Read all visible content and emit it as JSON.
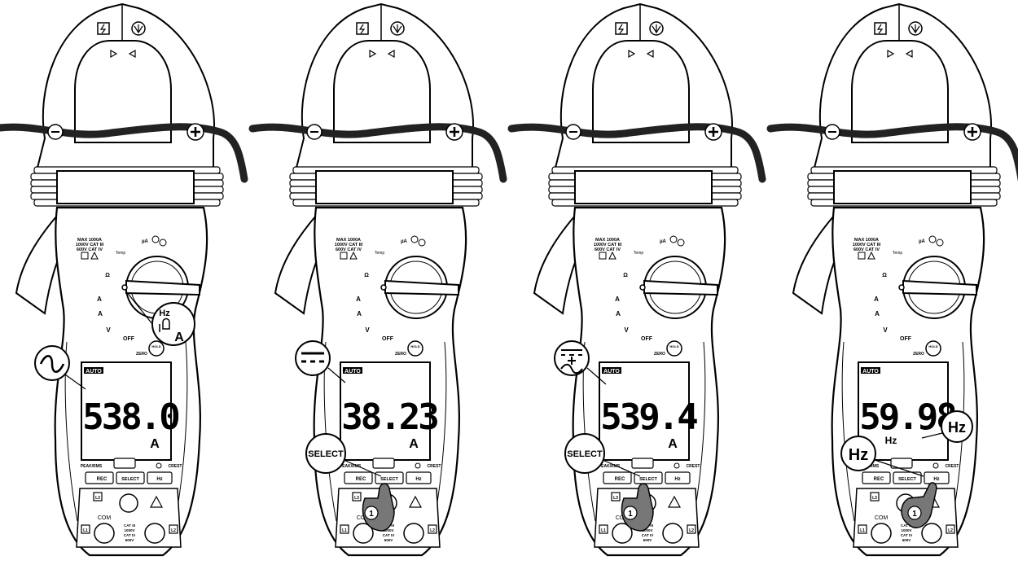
{
  "meters": [
    {
      "mode_symbol": "~",
      "lcd": {
        "badge": "AUTO",
        "value": "538.0",
        "unit": "A"
      },
      "callouts": [
        "Hz",
        "A"
      ],
      "keys": {
        "peak": "PEAK/RMS",
        "rec": "REC",
        "select": "SELECT",
        "hz": "Hz",
        "crest": "CREST"
      }
    },
    {
      "mode_symbol": "DC",
      "lcd": {
        "badge": "AUTO",
        "value": "38.23",
        "unit": "A"
      },
      "callouts": [
        "SELECT",
        "1"
      ],
      "keys": {
        "peak": "PEAK/RMS",
        "rec": "REC",
        "select": "SELECT",
        "hz": "Hz",
        "crest": "CREST"
      }
    },
    {
      "mode_symbol": "AC+DC",
      "lcd": {
        "badge": "AUTO",
        "value": "539.4",
        "unit": "A"
      },
      "callouts": [
        "SELECT",
        "1"
      ],
      "keys": {
        "peak": "PEAK/RMS",
        "rec": "REC",
        "select": "SELECT",
        "hz": "Hz",
        "crest": "CREST"
      }
    },
    {
      "mode_symbol": "Hz",
      "lcd": {
        "badge": "AUTO",
        "value": "59.98",
        "unit": "Hz"
      },
      "callouts": [
        "Hz",
        "Hz",
        "1"
      ],
      "keys": {
        "peak": "PEAK/RMS",
        "rec": "REC",
        "select": "SELECT",
        "hz": "Hz",
        "crest": "CREST"
      }
    }
  ],
  "common": {
    "rating": [
      "MAX 1000A",
      "1000V CAT III",
      "600V CAT IV"
    ],
    "dial": {
      "temp": "Temp",
      "ua": "µA",
      "ohm": "Ω",
      "a_ac": "A",
      "v": "V",
      "off": "OFF",
      "zero": "ZERO",
      "hold": "HOLD"
    },
    "jacks": {
      "com": "COM",
      "l1": "L1",
      "l2": "L2",
      "l3": "L3",
      "cat": [
        "CAT III",
        "1000V",
        "CAT IV",
        "600V"
      ]
    },
    "jaw_marks": {
      "minus": "−",
      "plus": "+"
    }
  }
}
